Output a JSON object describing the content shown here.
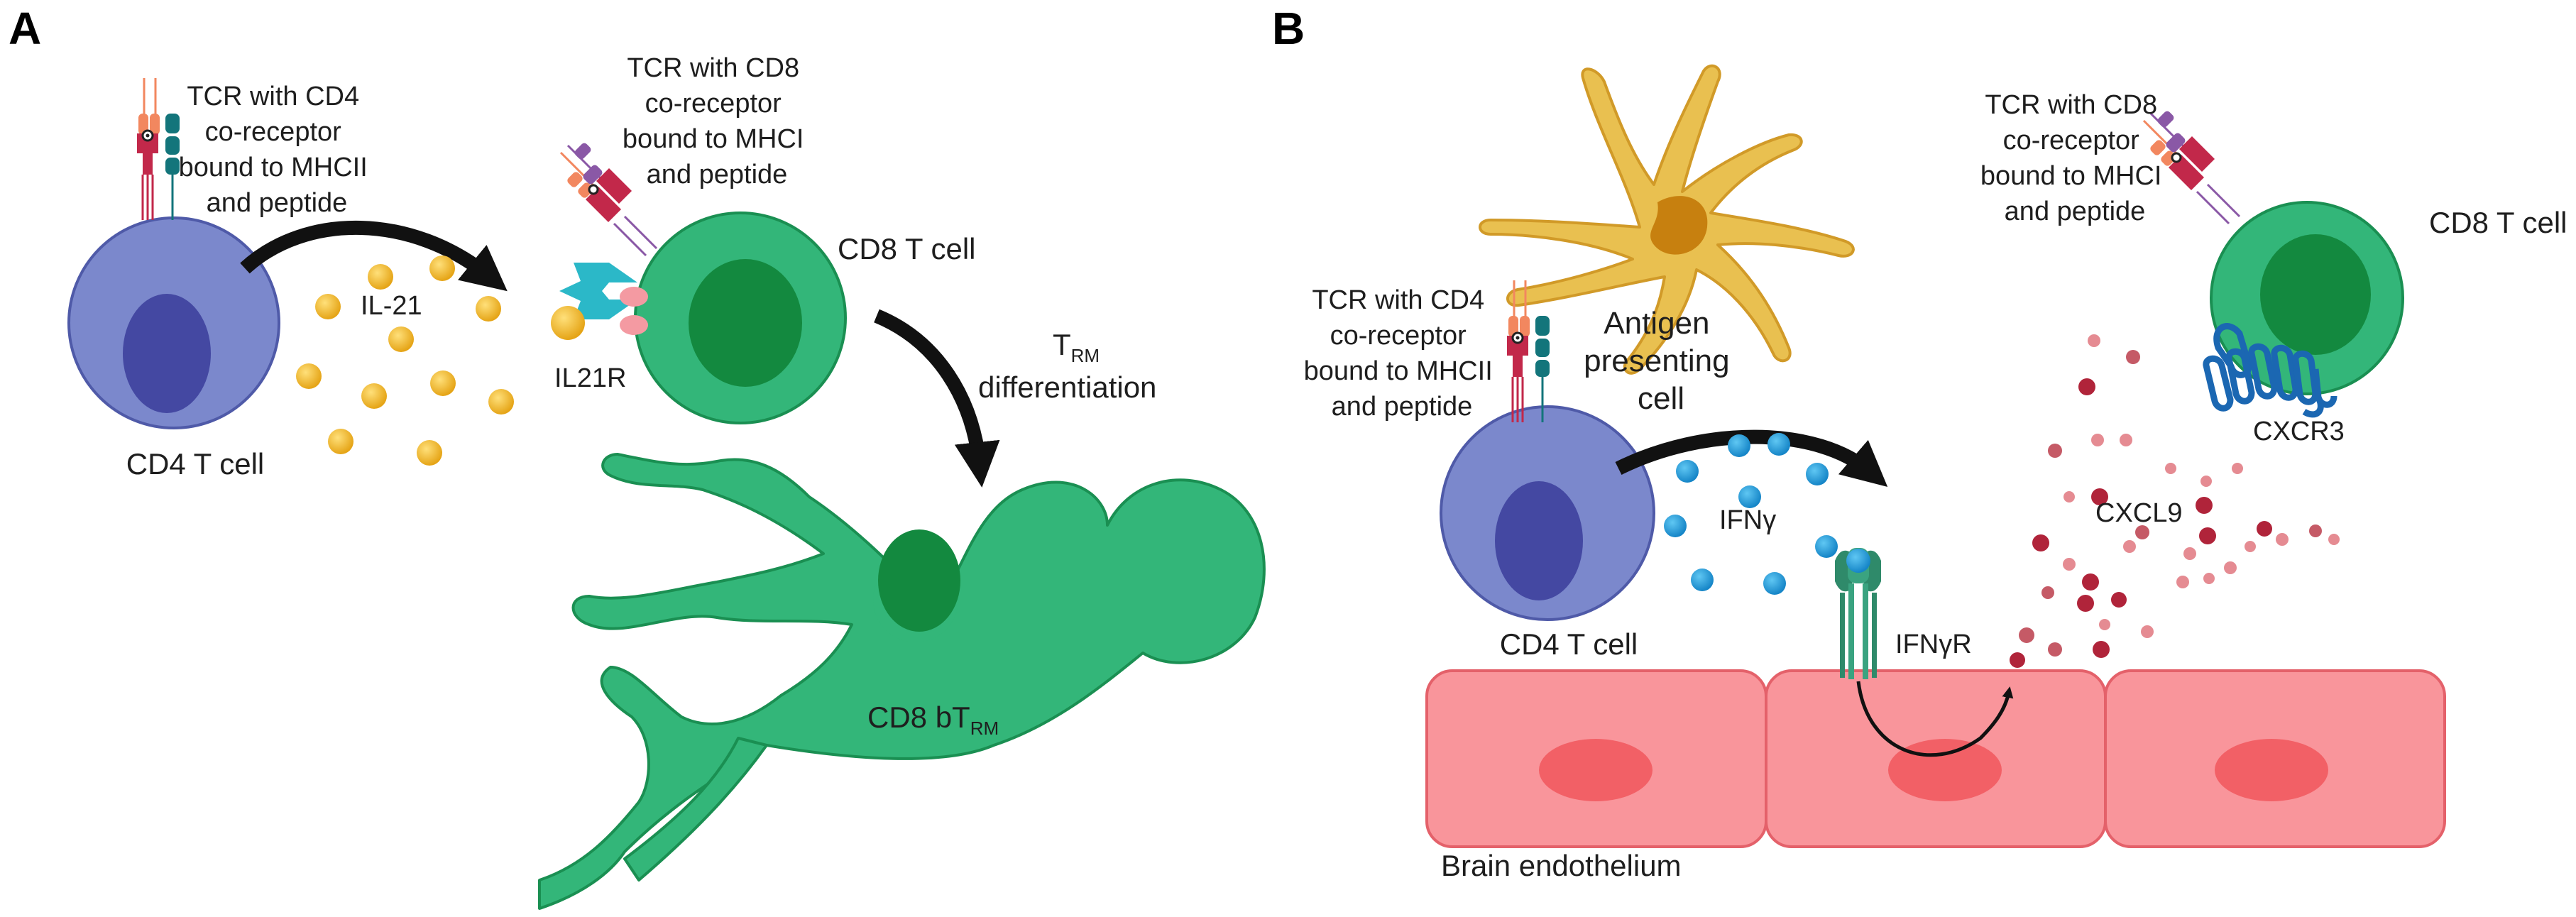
{
  "panel_a": {
    "letter": "A",
    "tcr_cd4_label": [
      "TCR with CD4",
      "co-receptor",
      "bound to MHCII",
      "and peptide"
    ],
    "tcr_cd8_label": [
      "TCR with CD8",
      "co-receptor",
      "bound to MHCI",
      "and peptide"
    ],
    "cd4_cell_label": "CD4 T cell",
    "cd8_cell_label": "CD8 T cell",
    "il21_label": "IL-21",
    "il21r_label": "IL21R",
    "trm_main": "T",
    "trm_sub": "RM",
    "trm_line2": "differentiation",
    "bt_main": "CD8 bT",
    "bt_sub": "RM"
  },
  "panel_b": {
    "letter": "B",
    "tcr_cd8_label": [
      "TCR with CD8",
      "co-receptor",
      "bound to MHCI",
      "and peptide"
    ],
    "tcr_cd4_label": [
      "TCR with CD4",
      "co-receptor",
      "bound to MHCII",
      "and peptide"
    ],
    "cd8_cell_label": "CD8 T cell",
    "apc_label": [
      "Antigen",
      "presenting",
      "cell"
    ],
    "cd4_cell_label": "CD4 T cell",
    "ifng_label": "IFNγ",
    "ifngr_label": "IFNγR",
    "cxcl9_label": "CXCL9",
    "cxcr3_label": "CXCR3",
    "endothelium_label": "Brain endothelium"
  },
  "colors": {
    "cd4_cell": "#7b88cc",
    "cd4_nucleus": "#4448a2",
    "cd8_cell": "#33b679",
    "cd8_nucleus": "#13893f",
    "il21": "#f0b52a",
    "ifng": "#1e9bd7",
    "cxcl9": "#b0243a",
    "apc": "#e9c050",
    "endothelium": "#f9959b",
    "endo_nucleus": "#f26066",
    "tcr_red": "#c2284a",
    "tcr_salmon": "#f2875f",
    "tcr_teal": "#13757b",
    "tcr_purple": "#8a58a6",
    "cxcr3": "#1b67b2"
  },
  "icons": [
    "cd4-t-cell-icon",
    "cd8-t-cell-icon",
    "il21-cytokine-icon",
    "il21-receptor-icon",
    "tcr-complex-icon",
    "resident-memory-t-cell-icon",
    "antigen-presenting-cell-icon",
    "ifn-gamma-cytokine-icon",
    "ifn-gamma-receptor-icon",
    "cxcl9-chemokine-icon",
    "cxcr3-receptor-icon",
    "endothelial-cell-icon"
  ]
}
